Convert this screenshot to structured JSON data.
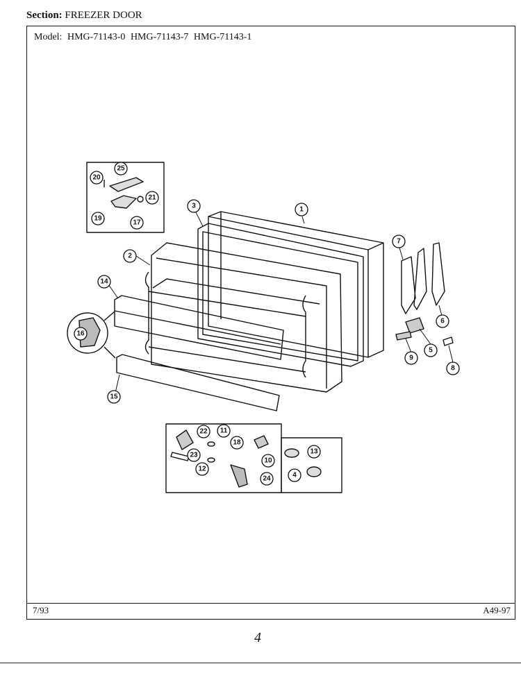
{
  "header": {
    "section_label": "Section:",
    "section_value": "FREEZER DOOR",
    "model_label": "Model:",
    "models": [
      "HMG-71143-0",
      "HMG-71143-7",
      "HMG-71143-1"
    ]
  },
  "footer": {
    "date": "7/93",
    "code": "A49-97",
    "page_mark": "4"
  },
  "callouts": [
    "1",
    "2",
    "3",
    "4",
    "5",
    "6",
    "7",
    "8",
    "9",
    "10",
    "11",
    "12",
    "13",
    "14",
    "15",
    "16",
    "17",
    "18",
    "19",
    "20",
    "21",
    "22",
    "23",
    "24",
    "25"
  ],
  "colors": {
    "ink": "#111111",
    "paper": "#ffffff"
  }
}
